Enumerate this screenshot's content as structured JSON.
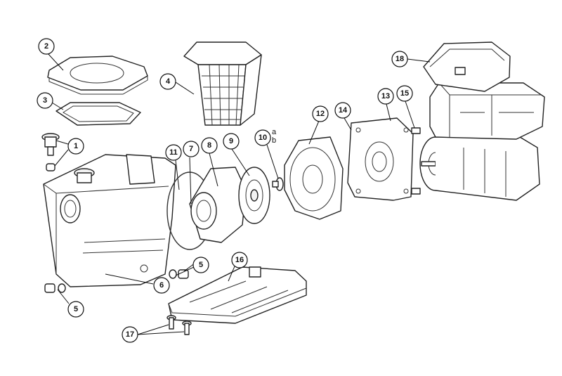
{
  "callouts": {
    "c1": "1",
    "c2": "2",
    "c3": "3",
    "c4": "4",
    "c5a": "5",
    "c5b": "5",
    "c6": "6",
    "c7": "7",
    "c8": "8",
    "c9": "9",
    "c10": "10",
    "c10a": "a",
    "c10b": "b",
    "c11": "11",
    "c12": "12",
    "c13": "13",
    "c14": "14",
    "c15": "15",
    "c16": "16",
    "c17": "17",
    "c18": "18"
  },
  "colors": {
    "line": "#222222",
    "background": "#ffffff",
    "accent_fill": "#f2f2f2"
  }
}
